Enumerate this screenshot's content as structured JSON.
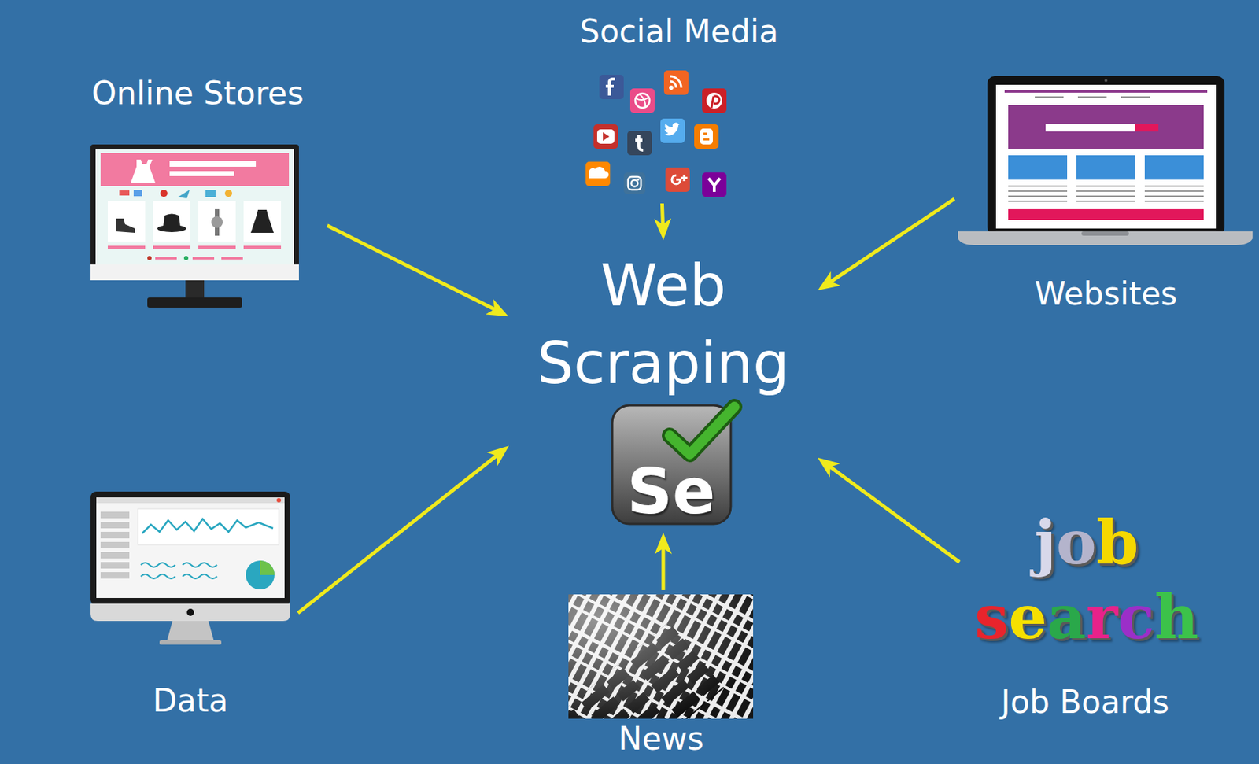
{
  "diagram": {
    "nodes": [
      {
        "text": [
          "Social Media"
        ]
      },
      {
        "text": [
          "Online Stores"
        ]
      },
      {
        "text": [
          "Websites"
        ]
      },
      {
        "text": [
          "Web Scraping"
        ]
      },
      {
        "text": [
          "Data"
        ]
      },
      {
        "text": [
          "Job Boards"
        ]
      },
      {
        "text": [
          "News"
        ]
      }
    ],
    "edges": [
      {
        "from": 1,
        "to": 3,
        "arrow": "to"
      },
      {
        "from": 0,
        "to": 3,
        "arrow": "to"
      },
      {
        "from": 2,
        "to": 3,
        "arrow": "to"
      },
      {
        "from": 4,
        "to": 3,
        "arrow": "to"
      },
      {
        "from": 6,
        "to": 3,
        "arrow": "to"
      },
      {
        "from": 5,
        "to": 3,
        "arrow": "to"
      }
    ],
    "labels": [
      "Se",
      "job search"
    ]
  }
}
